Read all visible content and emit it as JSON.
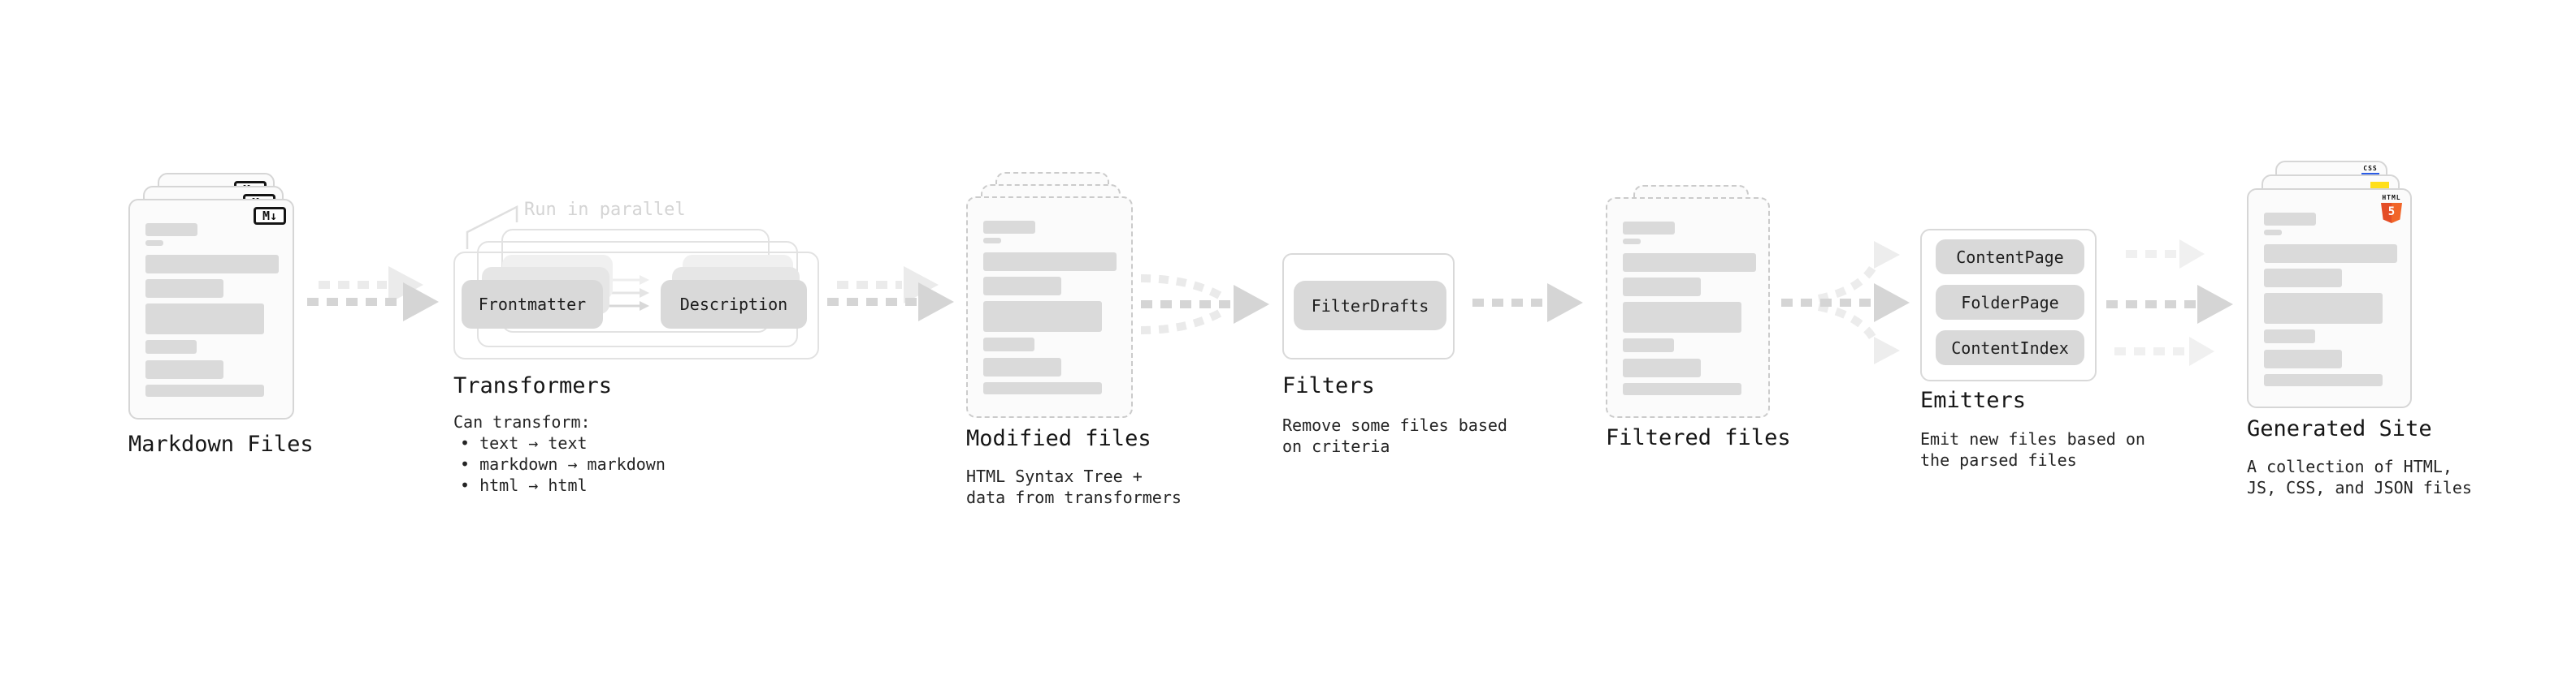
{
  "sections": {
    "markdown": {
      "title": "Markdown Files",
      "badge": "M↓"
    },
    "transformers": {
      "annotation": "Run in parallel",
      "left_box": "Frontmatter",
      "right_box": "Description",
      "title": "Transformers",
      "desc_heading": "Can transform:",
      "bullet_1": "• text → text",
      "bullet_2": "• markdown → markdown",
      "bullet_3": "• html → html"
    },
    "modified": {
      "title": "Modified files",
      "desc_1": "HTML Syntax Tree +",
      "desc_2": "data from transformers"
    },
    "filters": {
      "title": "Filters",
      "box": "FilterDrafts",
      "desc_1": "Remove some files based",
      "desc_2": "on criteria"
    },
    "filtered": {
      "title": "Filtered files"
    },
    "emitters": {
      "title": "Emitters",
      "box_1": "ContentPage",
      "box_2": "FolderPage",
      "box_3": "ContentIndex",
      "desc_1": "Emit new files based on",
      "desc_2": "the parsed files"
    },
    "generated": {
      "title": "Generated Site",
      "desc_1": "A collection of HTML,",
      "desc_2": "JS, CSS, and JSON files",
      "css_badge": "CSS",
      "html_badge_label": "HTML",
      "html_badge_number": "5"
    }
  },
  "colors": {
    "background": "#ffffff",
    "card_border": "#d6d6d6",
    "dashed_border": "#cbcbcb",
    "skeleton_bar": "#dadada",
    "box_fill": "#d9d9d9",
    "arrow_dark": "#d5d5d5",
    "arrow_light": "#ebebeb",
    "arrow_faint": "#f0f0f0",
    "annotation_gray": "#d4d4d4",
    "html5_orange": "#e44d26",
    "js_yellow": "#ffdf1b",
    "css_blue": "#2b5ce6"
  }
}
